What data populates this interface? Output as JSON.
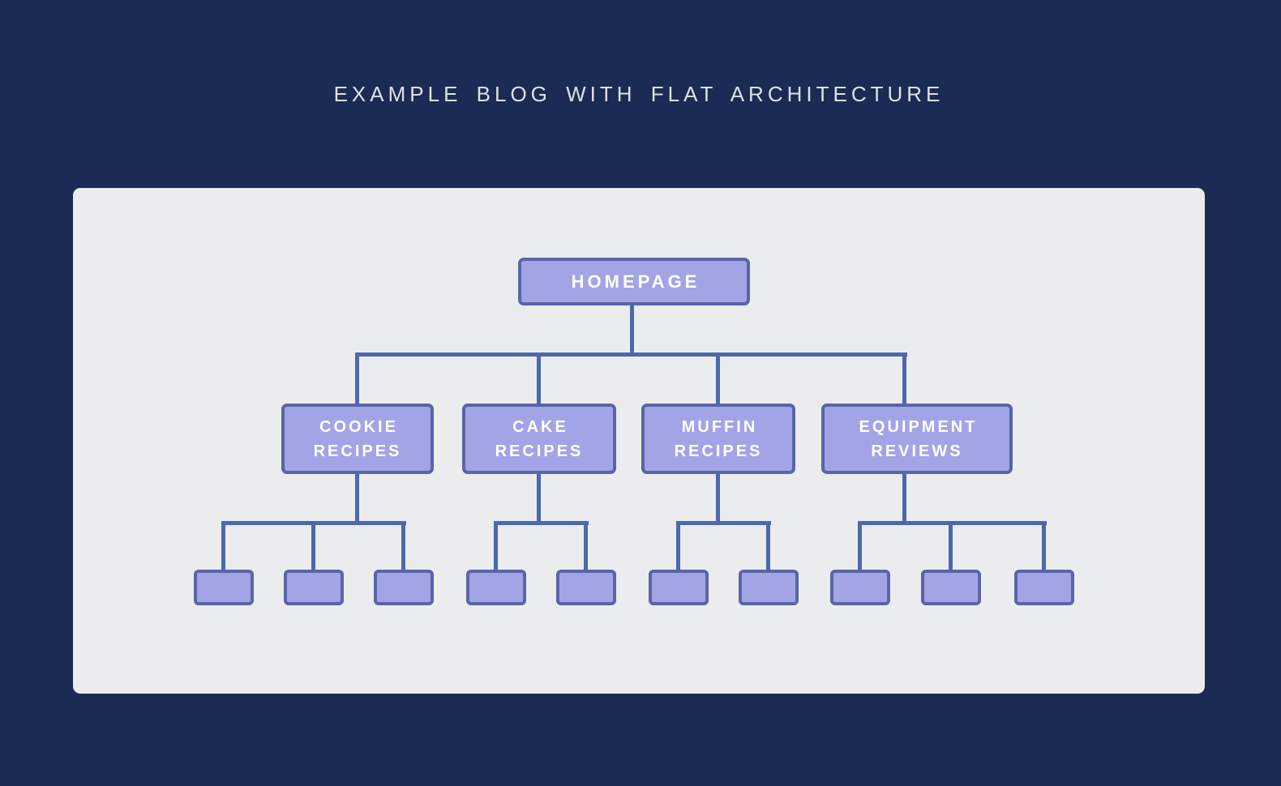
{
  "title": "EXAMPLE BLOG WITH FLAT ARCHITECTURE",
  "palette": {
    "page_background": "#1b2b53",
    "panel_background": "#ebecee",
    "node_fill": "#a3a4e6",
    "node_border": "#5965a5",
    "connector": "#4d68ac",
    "title_text": "#dde1e9",
    "node_text": "#ffffff"
  },
  "diagram": {
    "root": {
      "label": "HOMEPAGE"
    },
    "categories": [
      {
        "label": "COOKIE RECIPES",
        "subpage_count": 3
      },
      {
        "label": "CAKE RECIPES",
        "subpage_count": 2
      },
      {
        "label": "MUFFIN RECIPES",
        "subpage_count": 2
      },
      {
        "label": "EQUIPMENT REVIEWS",
        "subpage_count": 3
      }
    ]
  }
}
